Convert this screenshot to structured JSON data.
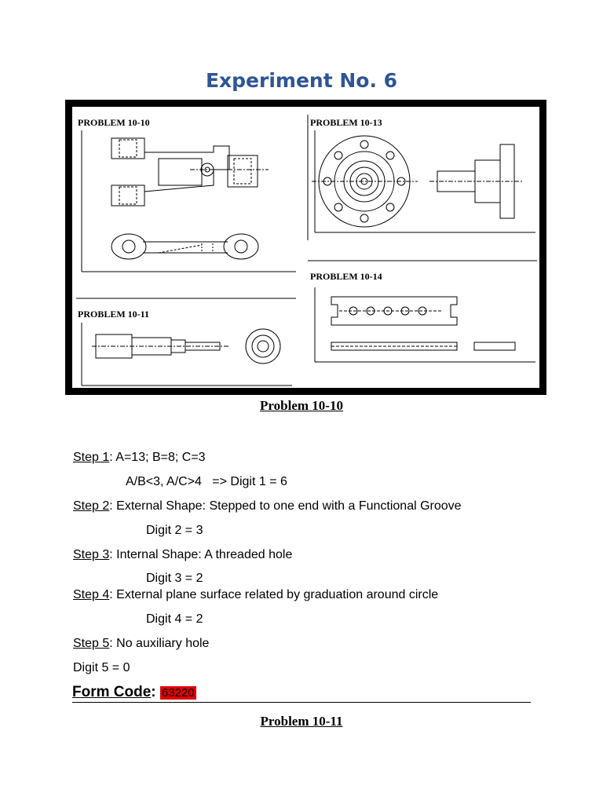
{
  "document": {
    "title": "Experiment No. 6",
    "figure": {
      "panel_labels": [
        "PROBLEM 10-10",
        "PROBLEM 10-13",
        "PROBLEM 10-14",
        "PROBLEM 10-11"
      ]
    },
    "caption_1": "Problem 10-10",
    "steps": [
      {
        "label": "Step 1",
        "text": ": A=13; B=8; C=3"
      },
      {
        "label": "",
        "text": "A/B<3, A/C>4   => Digit 1 = 6"
      },
      {
        "label": "Step 2",
        "text": ": External Shape: Stepped to one end with a Functional Groove"
      },
      {
        "label": "",
        "text": "Digit 2 = 3"
      },
      {
        "label": "Step 3",
        "text": ": Internal Shape: A threaded hole"
      },
      {
        "label": "",
        "text": "Digit 3 = 2"
      },
      {
        "label": "Step 4",
        "text": ": External plane surface related by graduation around circle"
      },
      {
        "label": "",
        "text": "Digit 4 = 2"
      },
      {
        "label": "Step 5",
        "text": ": No auxiliary hole"
      },
      {
        "label": "",
        "text": "Digit 5 = 0"
      }
    ],
    "form_code_label": "Form Code",
    "form_code_colon": ":",
    "form_code_value": "63220",
    "highlight_color": "#e00000",
    "caption_2": "Problem 10-11"
  }
}
